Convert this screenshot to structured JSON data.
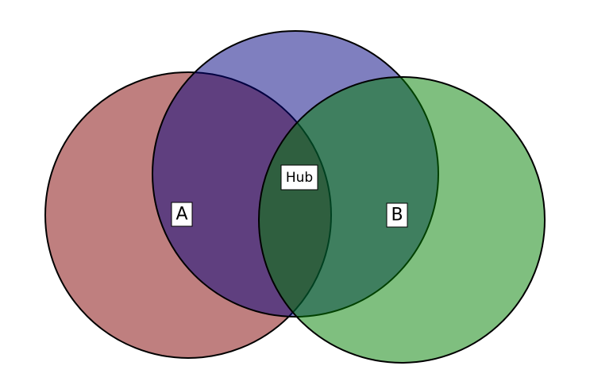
{
  "diagram": {
    "type": "venn",
    "sets": [
      {
        "key": "left",
        "color": "#800000"
      },
      {
        "key": "top",
        "color": "#000080"
      },
      {
        "key": "right",
        "color": "#008000"
      }
    ],
    "labels": {
      "left": "A",
      "right": "B",
      "center": "Hub"
    }
  }
}
